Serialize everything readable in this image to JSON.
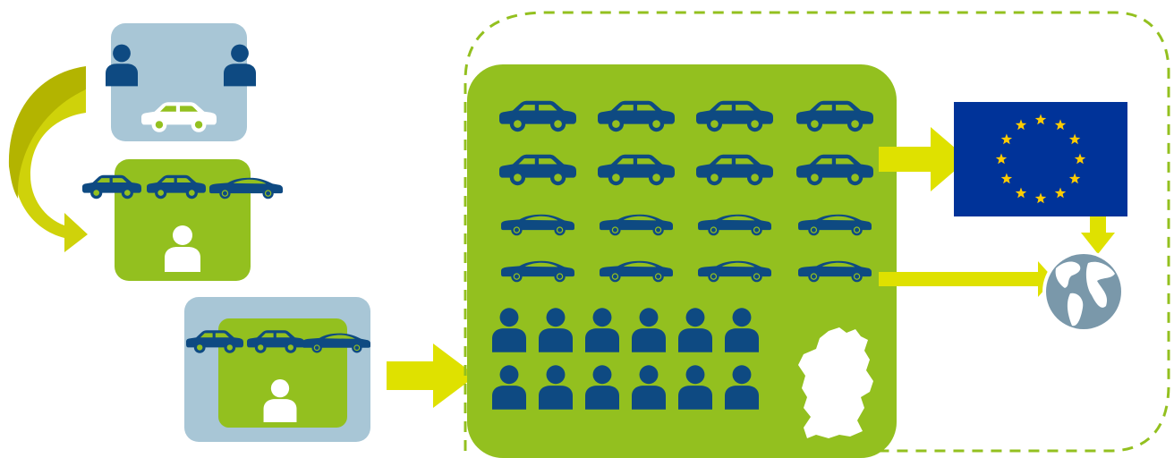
{
  "colors": {
    "navy": "#0e4a82",
    "green": "#93c01f",
    "light_blue": "#a8c6d6",
    "yellow_arrow": "#dfe100",
    "olive_arrow": "#b3b400",
    "dashed_border": "#93c01f",
    "eu_blue": "#003399",
    "eu_star": "#ffcc00",
    "globe": "#7a98aa",
    "white": "#ffffff"
  },
  "icons": {
    "person": "person-icon",
    "sedan": "sedan-car-icon",
    "electric_car": "electric-car-icon",
    "eu_flag": "eu-flag-icon",
    "globe": "globe-icon",
    "germany_map": "germany-map-icon"
  },
  "counts": {
    "main_sedans": 8,
    "main_electric_cars": 8,
    "main_people": 12,
    "eu_stars": 12
  }
}
